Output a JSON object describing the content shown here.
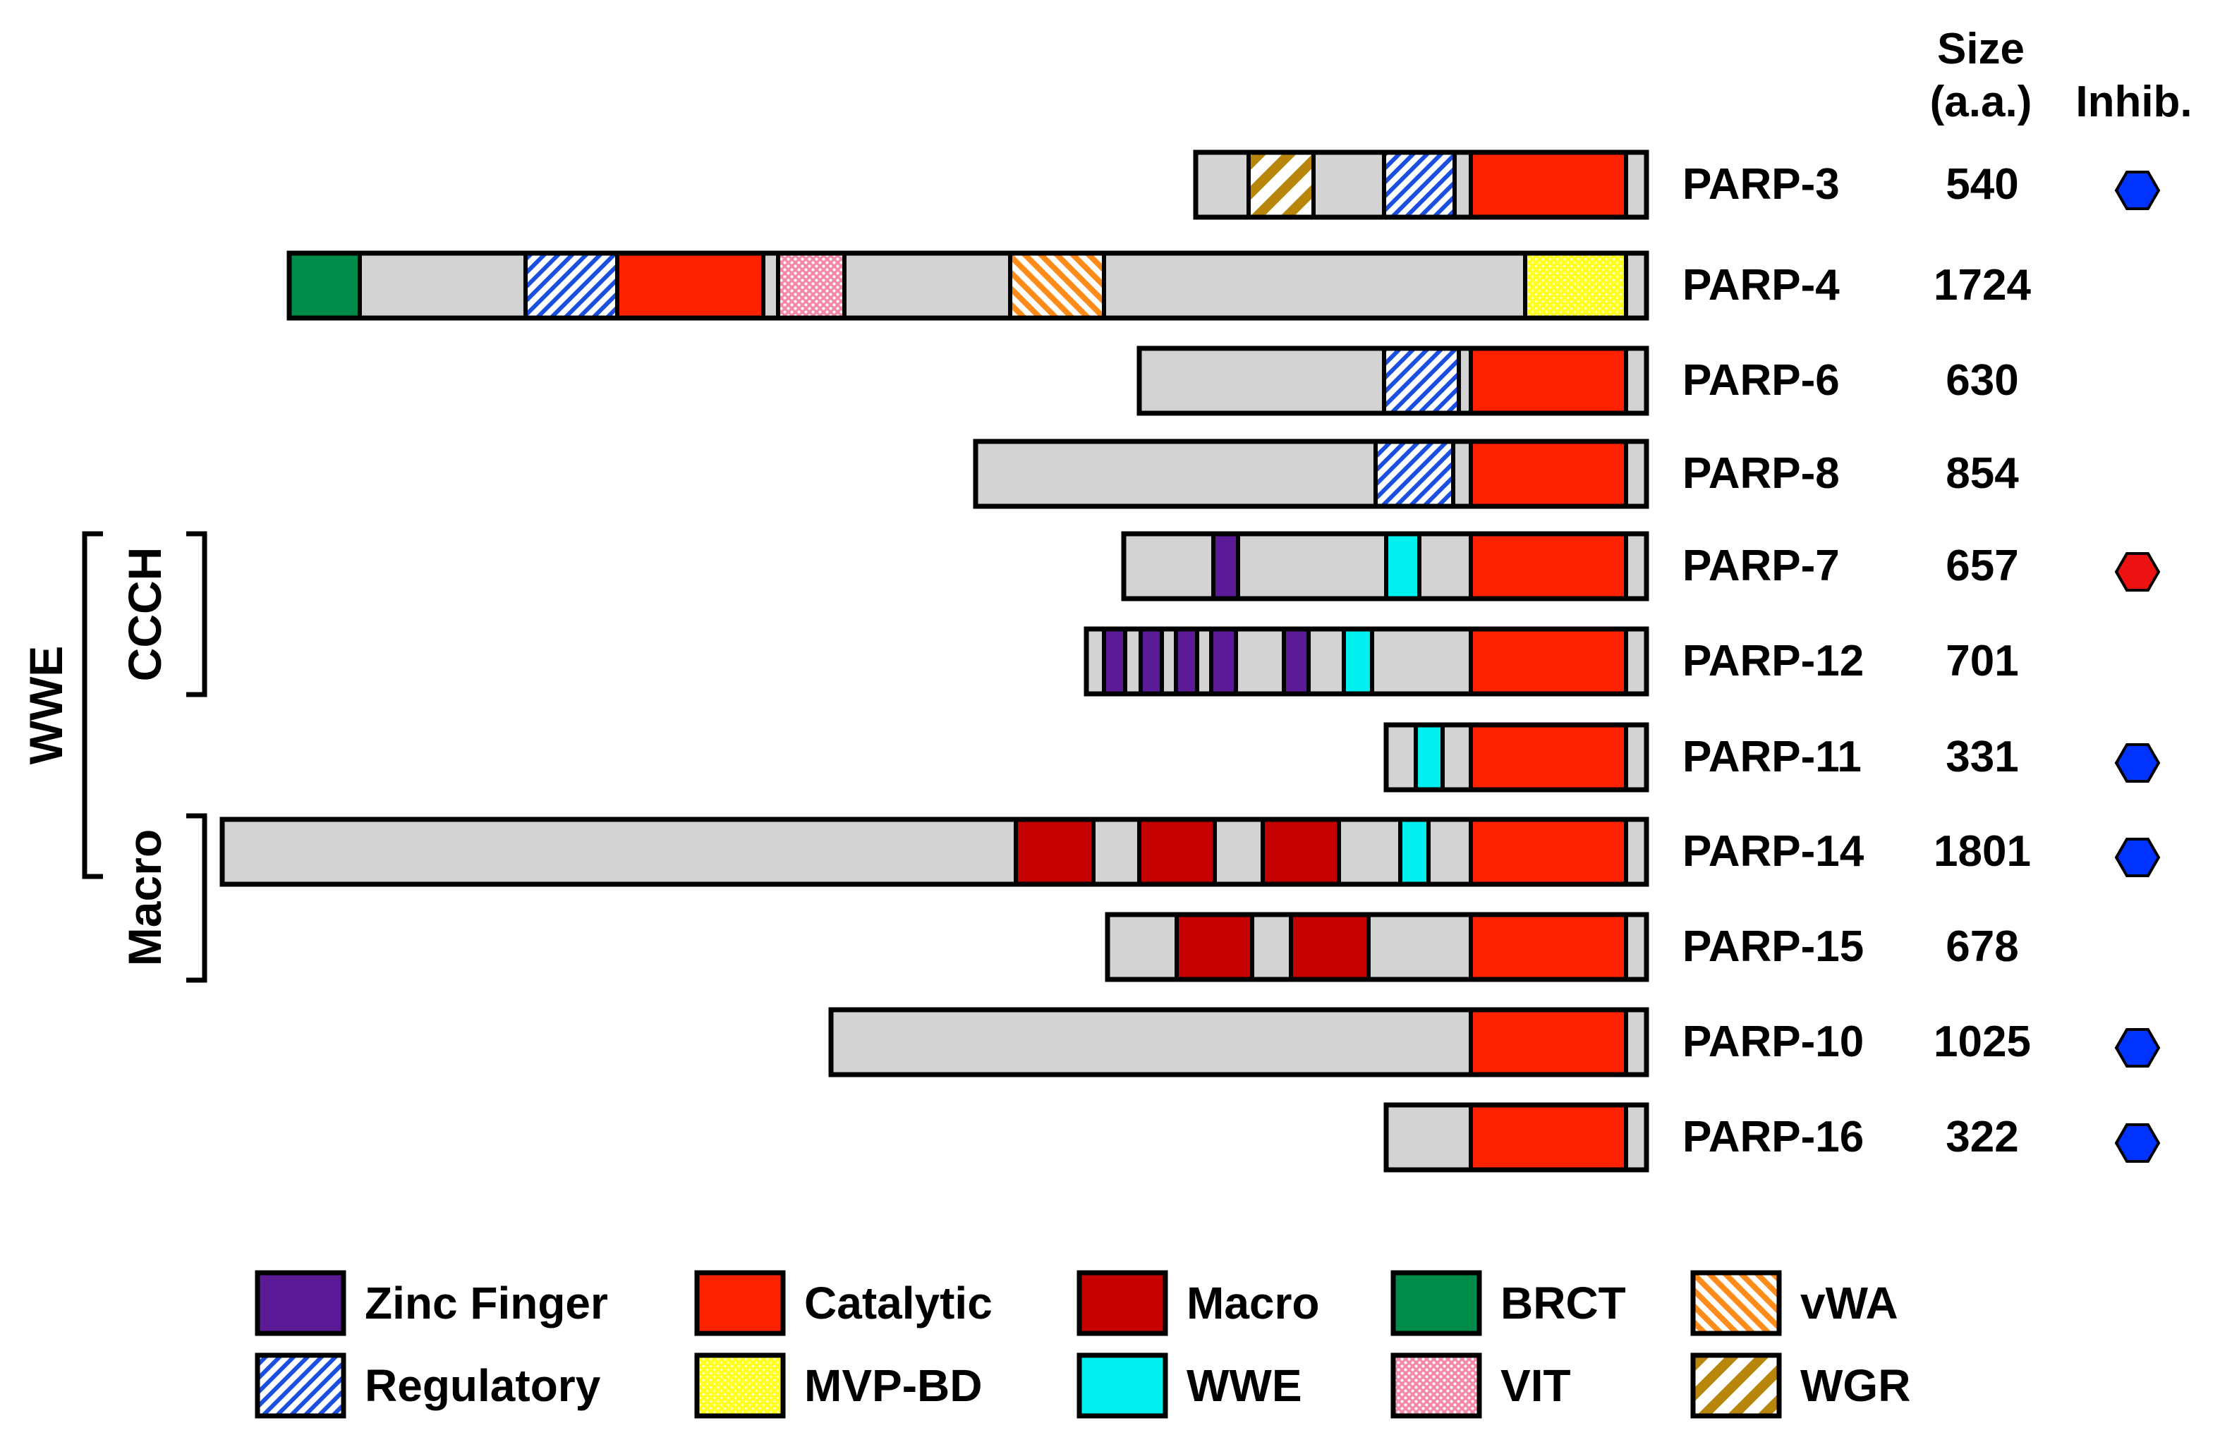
{
  "header": {
    "size_line1": "Size",
    "size_line2": "(a.a.)",
    "inhib": "Inhib."
  },
  "colors": {
    "zinc_finger": "#5b1a96",
    "catalytic": "#ff2200",
    "macro": "#c40000",
    "brct": "#008a4a",
    "wwe": "#00f0f0",
    "vit": "#f48aa8",
    "mvp_bd": "#ffff33",
    "regulatory": "#1a4fe0",
    "vwa": "#ff8c1a",
    "wgr": "#b8860b",
    "backbone": "#d3d3d3",
    "inhibitor_blue": "#0033ff",
    "inhibitor_red": "#ee1111",
    "group_wwe": "#00a0a0",
    "group_ccch": "#a0208a",
    "group_macro": "#cc0000"
  },
  "proteins": [
    {
      "name": "PARP-3",
      "size": "540",
      "inhib": "blue",
      "domains": [
        {
          "type": "wgr"
        },
        {
          "type": "regulatory"
        },
        {
          "type": "catalytic"
        }
      ]
    },
    {
      "name": "PARP-4",
      "size": "1724",
      "inhib": "",
      "domains": [
        {
          "type": "brct"
        },
        {
          "type": "regulatory"
        },
        {
          "type": "catalytic"
        },
        {
          "type": "vit"
        },
        {
          "type": "vwa"
        },
        {
          "type": "mvp_bd"
        }
      ]
    },
    {
      "name": "PARP-6",
      "size": "630",
      "inhib": "",
      "domains": [
        {
          "type": "regulatory"
        },
        {
          "type": "catalytic"
        }
      ]
    },
    {
      "name": "PARP-8",
      "size": "854",
      "inhib": "",
      "domains": [
        {
          "type": "regulatory"
        },
        {
          "type": "catalytic"
        }
      ]
    },
    {
      "name": "PARP-7",
      "size": "657",
      "inhib": "red",
      "domains": [
        {
          "type": "zinc_finger"
        },
        {
          "type": "wwe"
        },
        {
          "type": "catalytic"
        }
      ]
    },
    {
      "name": "PARP-12",
      "size": "701",
      "inhib": "",
      "domains": [
        {
          "type": "zinc_finger"
        },
        {
          "type": "zinc_finger"
        },
        {
          "type": "zinc_finger"
        },
        {
          "type": "zinc_finger"
        },
        {
          "type": "zinc_finger"
        },
        {
          "type": "wwe"
        },
        {
          "type": "catalytic"
        }
      ]
    },
    {
      "name": "PARP-11",
      "size": "331",
      "inhib": "blue",
      "domains": [
        {
          "type": "wwe"
        },
        {
          "type": "catalytic"
        }
      ]
    },
    {
      "name": "PARP-14",
      "size": "1801",
      "inhib": "blue",
      "domains": [
        {
          "type": "macro"
        },
        {
          "type": "macro"
        },
        {
          "type": "macro"
        },
        {
          "type": "wwe"
        },
        {
          "type": "catalytic"
        }
      ]
    },
    {
      "name": "PARP-15",
      "size": "678",
      "inhib": "",
      "domains": [
        {
          "type": "macro"
        },
        {
          "type": "macro"
        },
        {
          "type": "catalytic"
        }
      ]
    },
    {
      "name": "PARP-10",
      "size": "1025",
      "inhib": "blue",
      "domains": [
        {
          "type": "catalytic"
        }
      ]
    },
    {
      "name": "PARP-16",
      "size": "322",
      "inhib": "blue",
      "domains": [
        {
          "type": "catalytic"
        }
      ]
    }
  ],
  "groups": {
    "wwe": "WWE",
    "ccch": "CCCH",
    "macro": "Macro"
  },
  "legend": [
    {
      "type": "zinc_finger",
      "label": "Zinc Finger"
    },
    {
      "type": "catalytic",
      "label": "Catalytic"
    },
    {
      "type": "macro",
      "label": "Macro"
    },
    {
      "type": "brct",
      "label": "BRCT"
    },
    {
      "type": "vwa",
      "label": "vWA"
    },
    {
      "type": "regulatory",
      "label": "Regulatory"
    },
    {
      "type": "mvp_bd",
      "label": "MVP-BD"
    },
    {
      "type": "wwe",
      "label": "WWE"
    },
    {
      "type": "vit",
      "label": "VIT"
    },
    {
      "type": "wgr",
      "label": "WGR"
    }
  ]
}
